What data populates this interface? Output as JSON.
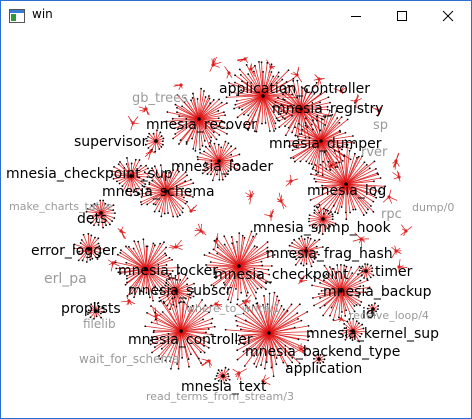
{
  "window": {
    "title": "win"
  },
  "graph": {
    "node_color": "#e02020",
    "edge_color": "#dd1111",
    "label_color": "#000000",
    "faded_label_color": "#9a9a9a",
    "nodes": [
      {
        "label": "application_controller",
        "faded": false
      },
      {
        "label": "mnesia_registry",
        "faded": false
      },
      {
        "label": "mnesia_recover",
        "faded": false
      },
      {
        "label": "mnesia_dumper",
        "faded": false
      },
      {
        "label": "supervisor",
        "faded": false
      },
      {
        "label": "mnesia_loader",
        "faded": false
      },
      {
        "label": "mnesia_checkpoint_sup",
        "faded": false
      },
      {
        "label": "mnesia_log",
        "faded": false
      },
      {
        "label": "mnesia_schema",
        "faded": false
      },
      {
        "label": "dets",
        "faded": false
      },
      {
        "label": "mnesia_snmp_hook",
        "faded": false
      },
      {
        "label": "error_logger",
        "faded": false
      },
      {
        "label": "mnesia_frag_hash",
        "faded": false
      },
      {
        "label": "mnesia_locker",
        "faded": false
      },
      {
        "label": "mnesia_checkpoint",
        "faded": false
      },
      {
        "label": "timer",
        "faded": false
      },
      {
        "label": "mnesia_subscr",
        "faded": false
      },
      {
        "label": "mnesia_backup",
        "faded": false
      },
      {
        "label": "proplists",
        "faded": false
      },
      {
        "label": "io",
        "faded": false
      },
      {
        "label": "mnesia_kernel_sup",
        "faded": false
      },
      {
        "label": "mnesia_controller",
        "faded": false
      },
      {
        "label": "mnesia_backend_type",
        "faded": false
      },
      {
        "label": "application",
        "faded": false
      },
      {
        "label": "mnesia_text",
        "faded": false
      },
      {
        "label": "gb_trees",
        "faded": true
      },
      {
        "label": "sp",
        "faded": true
      },
      {
        "label": "rver",
        "faded": true
      },
      {
        "label": "make_charts_table",
        "faded": true
      },
      {
        "label": "rpc",
        "faded": true
      },
      {
        "label": "dump/0",
        "faded": true
      },
      {
        "label": "erl_pa",
        "faded": true
      },
      {
        "label": "filelib",
        "faded": true
      },
      {
        "label": "where_to_write/1",
        "faded": true
      },
      {
        "label": "receive_loop/4",
        "faded": true
      },
      {
        "label": "wait_for_schema",
        "faded": true
      },
      {
        "label": "read_terms_from_stream/3",
        "faded": true
      }
    ]
  }
}
